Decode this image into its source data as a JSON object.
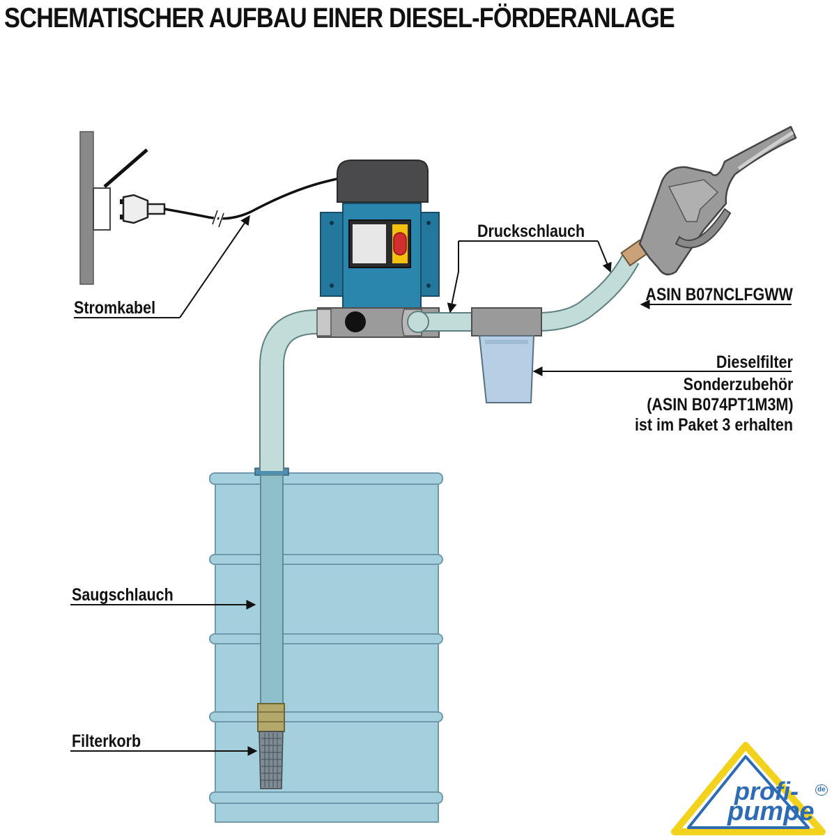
{
  "title": "SCHEMATISCHER AUFBAU EINER DIESEL-FÖRDERANLAGE",
  "labels": {
    "stromkabel": "Stromkabel",
    "druckschlauch": "Druckschlauch",
    "asin_nozzle": "ASIN B07NCLFGWW",
    "dieselfilter": "Dieselfilter",
    "sonderzubehoer": "Sonderzubehör",
    "asin_filter": "(ASIN B074PT1M3M)",
    "paket": "ist im Paket 3 erhalten",
    "saugschlauch": "Saugschlauch",
    "filterkorb": "Filterkorb"
  },
  "logo": {
    "line1": "profi-",
    "line2": "pumpe",
    "tld": "de"
  },
  "colors": {
    "hose": "#c2dcd9",
    "hose_outline": "#5d7f80",
    "pump_body": "#24789e",
    "barrel": "#a4cfdd",
    "barrel_outline": "#6f99aa",
    "filter_bowl": "#b6cfe5",
    "nozzle": "#9a9a9a",
    "switch_red": "#d32f2f",
    "switch_yellow": "#f4c20d",
    "logo_blue": "#2d6cb4",
    "logo_yellow": "#f2d21c"
  }
}
